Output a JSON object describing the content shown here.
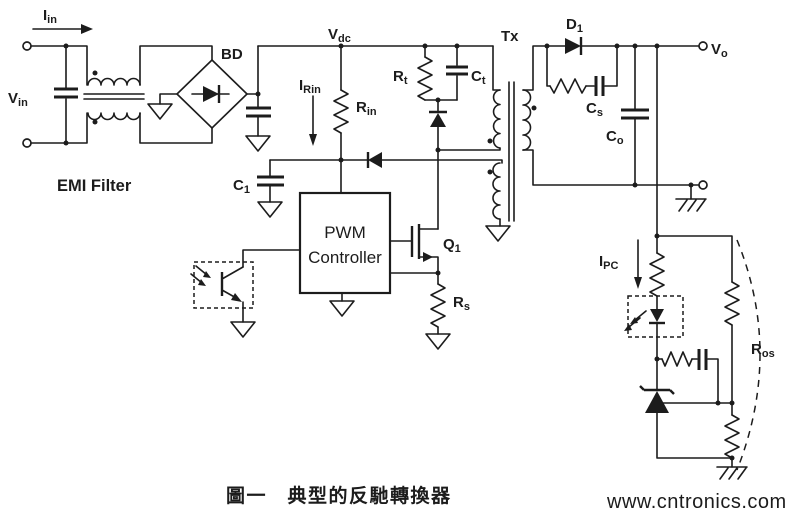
{
  "page": {
    "background": "#ffffff",
    "caption": {
      "text": "圖一　典型的反馳轉換器",
      "color": "#24466b"
    },
    "watermark": {
      "text": "www.cntronics.com",
      "color": "#a2d49e"
    }
  },
  "circuit": {
    "wire_color": "#1c1c1c",
    "labels": {
      "iin": {
        "main": "I",
        "sub": "in"
      },
      "vin": {
        "main": "V",
        "sub": "in"
      },
      "emi_filter": "EMI Filter",
      "bd": "BD",
      "vdc": {
        "main": "V",
        "sub": "dc"
      },
      "irin": {
        "main": "I",
        "sub": "Rin"
      },
      "rin": {
        "main": "R",
        "sub": "in"
      },
      "rt": {
        "main": "R",
        "sub": "t"
      },
      "ct": {
        "main": "C",
        "sub": "t"
      },
      "c1": {
        "main": "C",
        "sub": "1"
      },
      "pwm": {
        "line1": "PWM",
        "line2": "Controller"
      },
      "q1": {
        "main": "Q",
        "sub": "1"
      },
      "rs": {
        "main": "R",
        "sub": "s"
      },
      "tx": "Tx",
      "d1": {
        "main": "D",
        "sub": "1"
      },
      "vo": {
        "main": "V",
        "sub": "o"
      },
      "cs": {
        "main": "C",
        "sub": "s"
      },
      "co": {
        "main": "C",
        "sub": "o"
      },
      "ipc": {
        "main": "I",
        "sub": "PC"
      },
      "ros": {
        "main": "R",
        "sub": "os"
      }
    }
  }
}
